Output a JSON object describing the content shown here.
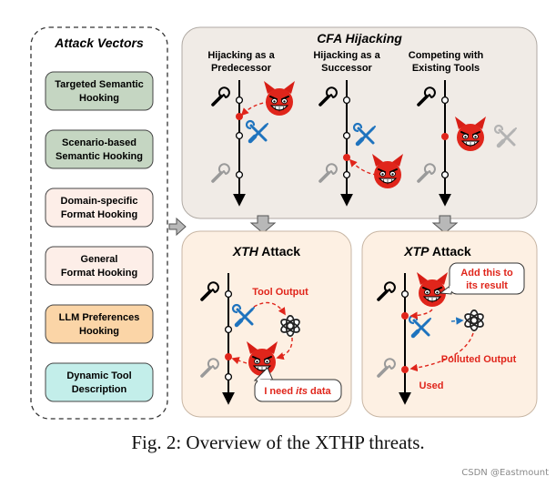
{
  "colors": {
    "av_panel_stroke": "#333333",
    "cfa_bg": "#f0ebe6",
    "attack_bg": "#fdf0e3",
    "red": "#e0251b",
    "blue": "#1e73be",
    "gray": "#9a9a9a",
    "btn_green": "#c5d6c2",
    "btn_peach": "#fdeee8",
    "btn_orange": "#fbd5a7",
    "btn_teal": "#c3eeea"
  },
  "attack_vectors": {
    "title": "Attack Vectors",
    "items": [
      {
        "line1": "Targeted Semantic",
        "line2": "Hooking",
        "style": "green"
      },
      {
        "line1": "Scenario-based",
        "line2": "Semantic Hooking",
        "style": "green"
      },
      {
        "line1": "Domain-specific",
        "line2": "Format Hooking",
        "style": "peach"
      },
      {
        "line1": "General",
        "line2": "Format Hooking",
        "style": "peach"
      },
      {
        "line1": "LLM Preferences",
        "line2": "Hooking",
        "style": "orange"
      },
      {
        "line1": "Dynamic Tool",
        "line2": "Description",
        "style": "teal"
      }
    ]
  },
  "cfa": {
    "title": "CFA Hijacking",
    "col1_line1": "Hijacking as a",
    "col1_line2": "Predecessor",
    "col2_line1": "Hijacking as a",
    "col2_line2": "Successor",
    "col3_line1": "Competing with",
    "col3_line2": "Existing Tools"
  },
  "xth": {
    "title_em": "XTH",
    "title_rest": " Attack",
    "tool_output": "Tool Output",
    "bubble_pre": "I need ",
    "bubble_em": "its",
    "bubble_post": " data"
  },
  "xtp": {
    "title_em": "XTP",
    "title_rest": " Attack",
    "bubble_line1": "Add this to",
    "bubble_line2": "its result",
    "polluted": "Polluted Output",
    "used": "Used"
  },
  "caption": "Fig. 2: Overview of the XTHP threats.",
  "watermark": "CSDN @Eastmount"
}
